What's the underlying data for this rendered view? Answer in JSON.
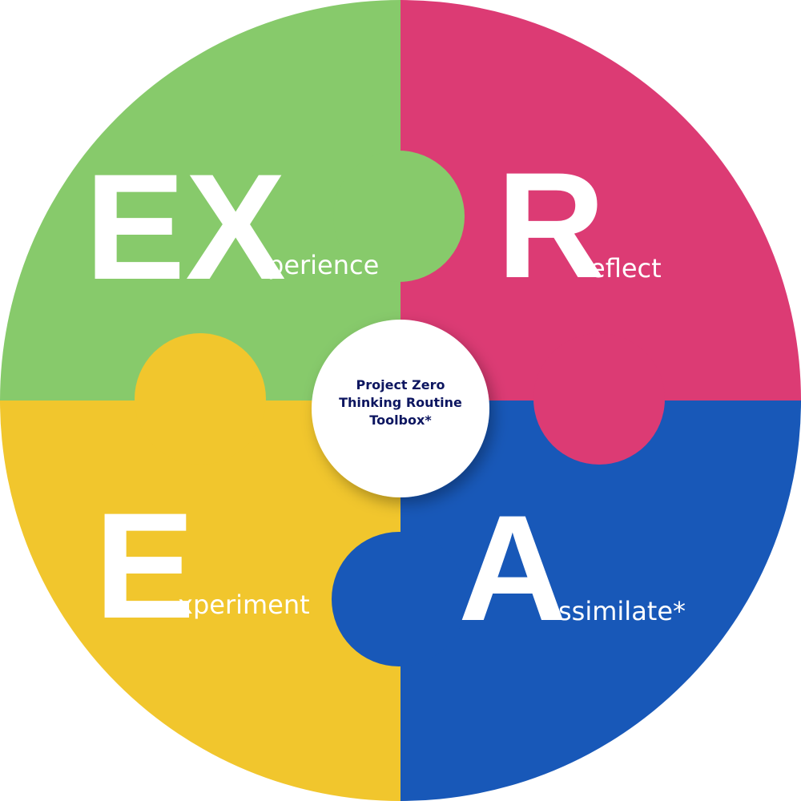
{
  "colors": {
    "experience": "#87ca6b",
    "reflect": "#dc3b74",
    "assimilate": "#1858b8",
    "experiment": "#f1c62d",
    "center_text": "#0d1660"
  },
  "segments": {
    "experience": {
      "initials": "EX",
      "rest": "perience"
    },
    "reflect": {
      "initials": "R",
      "rest": "eflect"
    },
    "experiment": {
      "initials": "E",
      "rest": "xperiment"
    },
    "assimilate": {
      "initials": "A",
      "rest": "ssimilate*"
    }
  },
  "center": {
    "lines": [
      "Project Zero",
      "Thinking Routine",
      "Toolbox*"
    ]
  }
}
